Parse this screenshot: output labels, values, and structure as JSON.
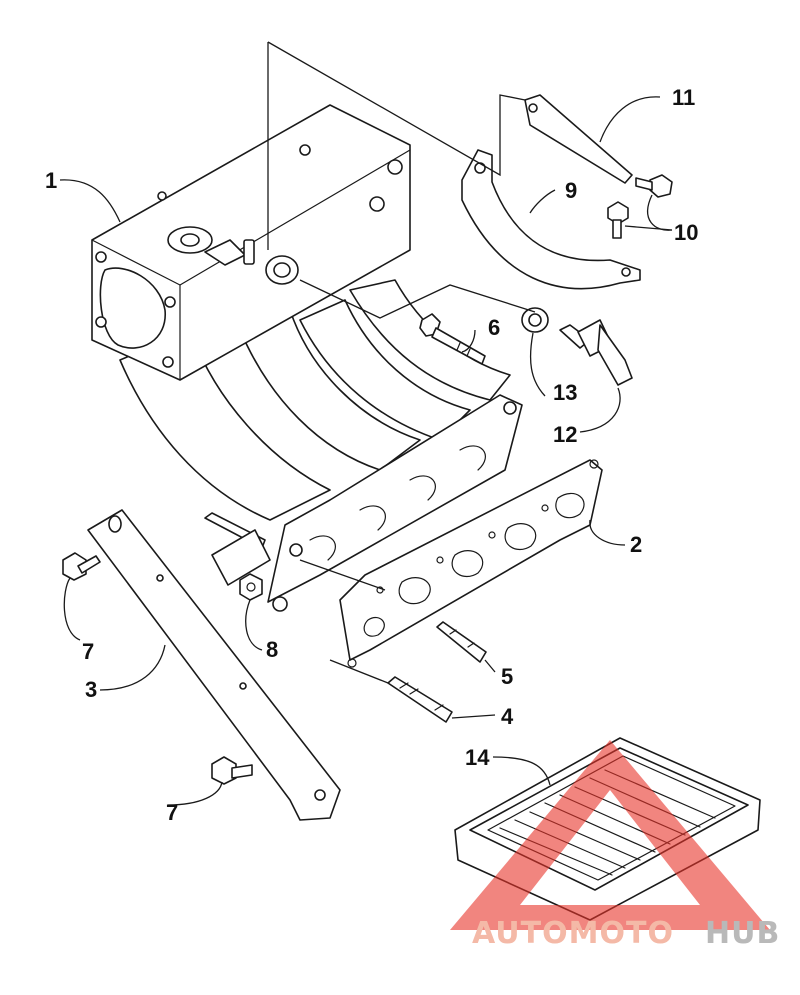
{
  "callouts": {
    "c1": "1",
    "c2": "2",
    "c3": "3",
    "c4": "4",
    "c5": "5",
    "c6": "6",
    "c7a": "7",
    "c7b": "7",
    "c8": "8",
    "c9": "9",
    "c10": "10",
    "c11": "11",
    "c12": "12",
    "c13": "13",
    "c14": "14"
  },
  "watermark": {
    "part1": "AUTOMOTO",
    "part2": "HUB",
    "color_primary": "#f4b9a7",
    "color_secondary": "#b9b9b9",
    "triangle_color": "#e8342a"
  }
}
